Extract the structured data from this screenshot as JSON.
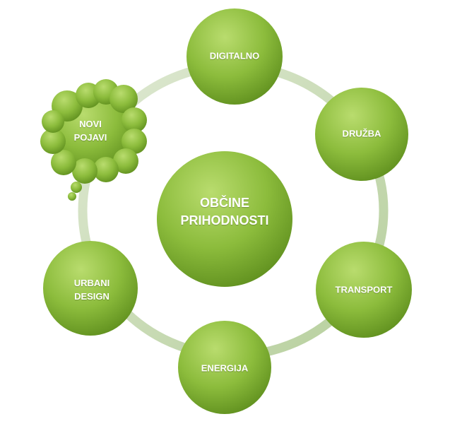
{
  "center": {
    "line1": "OBČINE",
    "line2": "PRIHODNOSTI"
  },
  "nodes": {
    "digitalno": "DIGITALNO",
    "druzba": "DRUŽBA",
    "transport": "TRANSPORT",
    "energija": "ENERGIJA",
    "urbani_line1": "URBANI",
    "urbani_line2": "DESIGN",
    "novi_line1": "NOVI",
    "novi_line2": "POJAVI"
  },
  "colors": {
    "node": "#8ab83a",
    "ring": "#c9dcb8"
  }
}
